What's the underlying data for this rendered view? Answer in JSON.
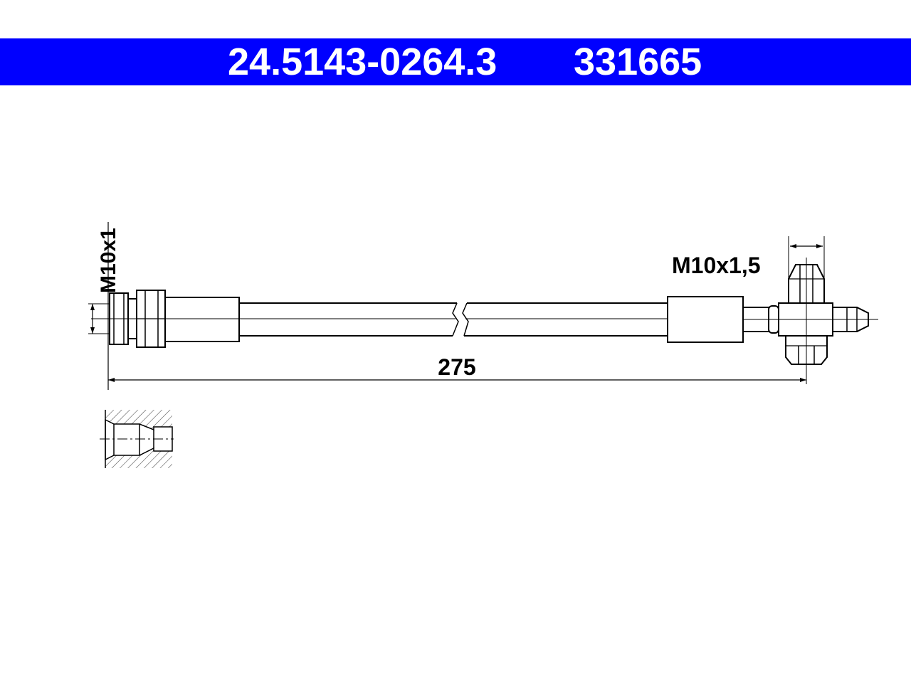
{
  "header": {
    "part_number": "24.5143-0264.3",
    "ref_number": "331665",
    "background_color": "#0000ff",
    "text_color": "#ffffff"
  },
  "drawing": {
    "left_thread_label": "M10x1",
    "right_thread_label": "M10x1,5",
    "length_label": "275",
    "line_color": "#000000",
    "hatch_color": "#555555"
  }
}
